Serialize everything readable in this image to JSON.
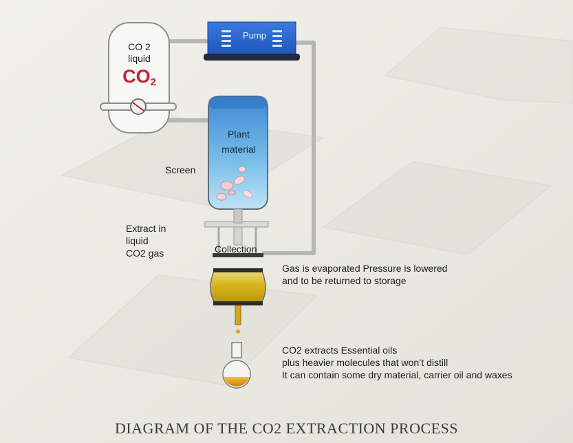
{
  "tank": {
    "line1": "CO 2",
    "line2": "liquid",
    "formula_main": "CO",
    "formula_sub": "2"
  },
  "pump": {
    "label": "Pump"
  },
  "extraction_vessel": {
    "line1": "Plant",
    "line2": "material"
  },
  "labels": {
    "screen": "Screen",
    "extract_line1": "Extract in",
    "extract_line2": "liquid",
    "extract_line3": "CO2 gas",
    "collection": "Collection"
  },
  "notes": {
    "evaporation_line1": "Gas is evaporated Pressure is lowered",
    "evaporation_line2": "and to be returned to storage",
    "oil_line1": "CO2 extracts Essential oils",
    "oil_line2": "plus heavier molecules that won’t distill",
    "oil_line3": "It can contain some dry material, carrier oil and waxes"
  },
  "caption": "DIAGRAM OF THE CO2 EXTRACTION PROCESS",
  "colors": {
    "background": "#e9e8e2",
    "pump": "#2a63cc",
    "pump_base": "#222a40",
    "vessel_liquid": "#7ec3ea",
    "collected_oil": "#d9b51a",
    "co2_red": "#c0233f",
    "pipe": "#b9bab5"
  }
}
